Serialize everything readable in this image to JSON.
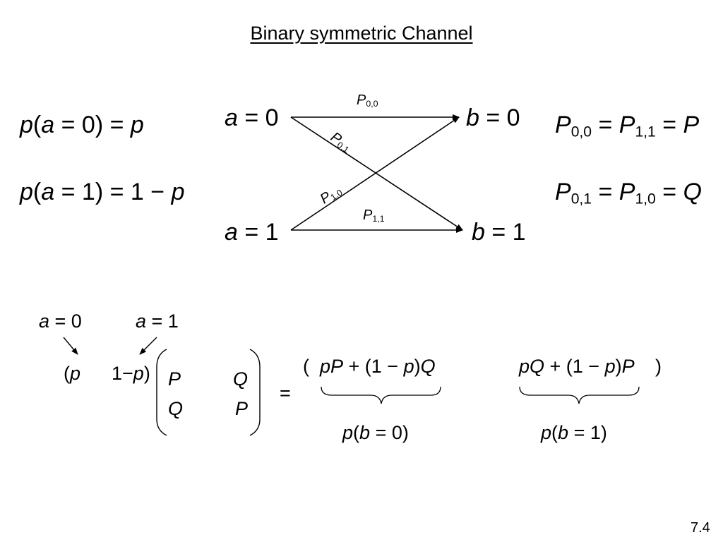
{
  "title": "Binary symmetric Channel",
  "priors": {
    "p0": {
      "prefix": "p",
      "open": "(",
      "var": "a",
      "rest": " = 0) = ",
      "val": "p"
    },
    "p1": {
      "prefix": "p",
      "open": "(",
      "var": "a",
      "rest": " = 1) = 1 − ",
      "val": "p"
    }
  },
  "channel": {
    "in0": {
      "var": "a",
      "rest": " = 0"
    },
    "in1": {
      "var": "a",
      "rest": " = 1"
    },
    "out0": {
      "var": "b",
      "rest": " = 0"
    },
    "out1": {
      "var": "b",
      "rest": " = 1"
    },
    "edges": {
      "p00": {
        "sym": "P",
        "sub": "0,0"
      },
      "p01": {
        "sym": "P",
        "sub": "0,1"
      },
      "p10": {
        "sym": "P",
        "sub": "1,0"
      },
      "p11": {
        "sym": "P",
        "sub": "1,1"
      }
    }
  },
  "defs": {
    "eq1": {
      "a": "P",
      "a_sub": "0,0",
      "eq": " = ",
      "b": "P",
      "b_sub": "1,1",
      "eq2": " = ",
      "c": "P"
    },
    "eq2": {
      "a": "P",
      "a_sub": "0,1",
      "eq": " = ",
      "b": "P",
      "b_sub": "1,0",
      "eq2": " = ",
      "c": "Q"
    }
  },
  "matrix": {
    "label_a0": {
      "var": "a",
      "rest": " = 0"
    },
    "label_a1": {
      "var": "a",
      "rest": " = 1"
    },
    "row_open": "(",
    "row_p": "p",
    "row_1m": "1−",
    "row_p2": "p",
    "row_close": ")",
    "m11": "P",
    "m12": "Q",
    "m21": "Q",
    "m22": "P",
    "equals": "=",
    "res_open": "(",
    "res1": {
      "a": "pP",
      "b": " + (1 − ",
      "c": "p",
      "d": ")",
      "e": "Q"
    },
    "res2": {
      "a": "pQ",
      "b": " + (1 − ",
      "c": "p",
      "d": ")",
      "e": "P"
    },
    "res_close": ")",
    "brace1": {
      "pre": "p",
      "open": "(",
      "var": "b",
      "rest": " = 0)"
    },
    "brace2": {
      "pre": "p",
      "open": "(",
      "var": "b",
      "rest": " = 1)"
    }
  },
  "page_number": "7.4"
}
